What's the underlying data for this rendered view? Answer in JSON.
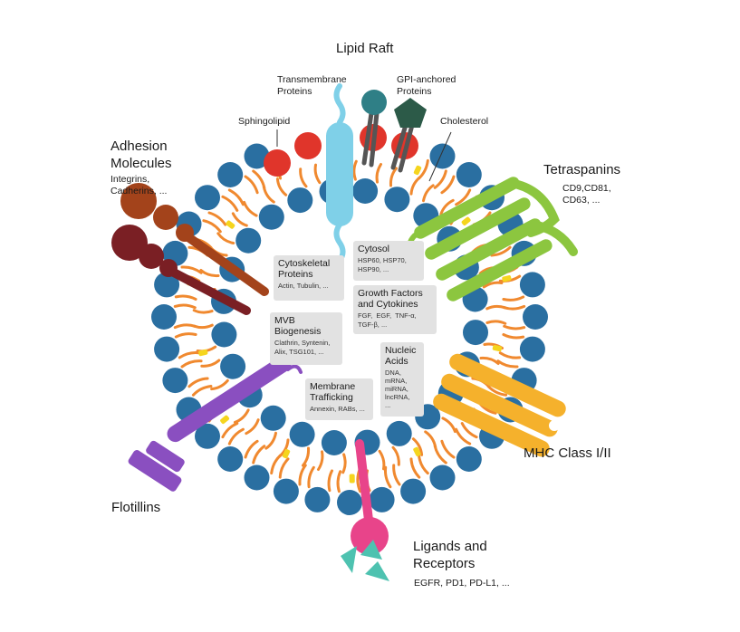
{
  "labels": {
    "lipid_raft": "Lipid Raft",
    "transmembrane": "Transmembrane\nProteins",
    "gpi": "GPI-anchored\nProteins",
    "sphingolipid": "Sphingolipid",
    "cholesterol": "Cholesterol",
    "adhesion_title": "Adhesion\nMolecules",
    "adhesion_sub": "Integrins,\nCadherins, ...",
    "tetraspanins_title": "Tetraspanins",
    "tetraspanins_sub": "CD9,CD81,\nCD63, ...",
    "mhc": "MHC Class I/II",
    "flotillins": "Flotillins",
    "ligands_title": "Ligands and\nReceptors",
    "ligands_sub": "EGFR, PD1, PD-L1, ..."
  },
  "cargo": {
    "cytosol": {
      "title": "Cytosol",
      "sub": "HSP60, HSP70,\nHSP90, ..."
    },
    "cytoskeletal": {
      "title": "Cytoskeletal\nProteins",
      "sub": "Actin, Tubulin, ..."
    },
    "growth": {
      "title": "Growth Factors\nand Cytokines",
      "sub": "FGF,  EGF,  TNF-α,\nTGF-β, ..."
    },
    "mvb": {
      "title": "MVB\nBiogenesis",
      "sub": "Clathrin, Syntenin,\nAlix, TSG101, ..."
    },
    "nucleic": {
      "title": "Nucleic\nAcids",
      "sub": "DNA,\nmRNA,\nmiRNA,\nlncRNA,\n..."
    },
    "membrane": {
      "title": "Membrane\nTrafficking",
      "sub": "Annexin, RABs, ..."
    }
  },
  "colors": {
    "lipid_head": "#2a6fa1",
    "lipid_tail": "#f0892f",
    "cholesterol_mark": "#f5d51e",
    "sphingolipid": "#e0352b",
    "transmembrane": "#7fd0e8",
    "gpi_circle": "#2f7f86",
    "gpi_pentagon": "#2c5a48",
    "adhesion_1": "#a3431b",
    "adhesion_2": "#7a1f24",
    "tetraspanin": "#8cc63f",
    "mhc": "#f5b12c",
    "flotillin": "#8a4fc0",
    "receptor": "#e8448a",
    "ligand": "#4ec2b0",
    "cargo_box": "#e2e2e2"
  }
}
